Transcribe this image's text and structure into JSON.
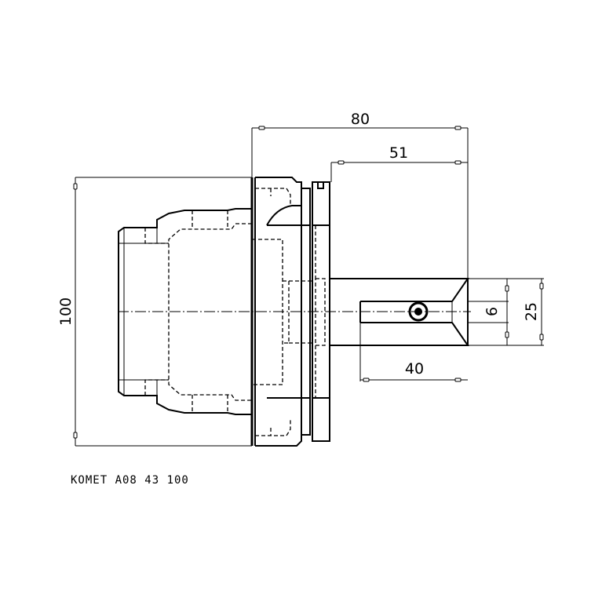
{
  "dimensions": {
    "overall_length": "80",
    "flange_to_end": "51",
    "diameter": "100",
    "bore_depth": "40",
    "bore_diameter": "6",
    "shank_diameter": "25"
  },
  "caption": "KOMET  A08 43 100"
}
